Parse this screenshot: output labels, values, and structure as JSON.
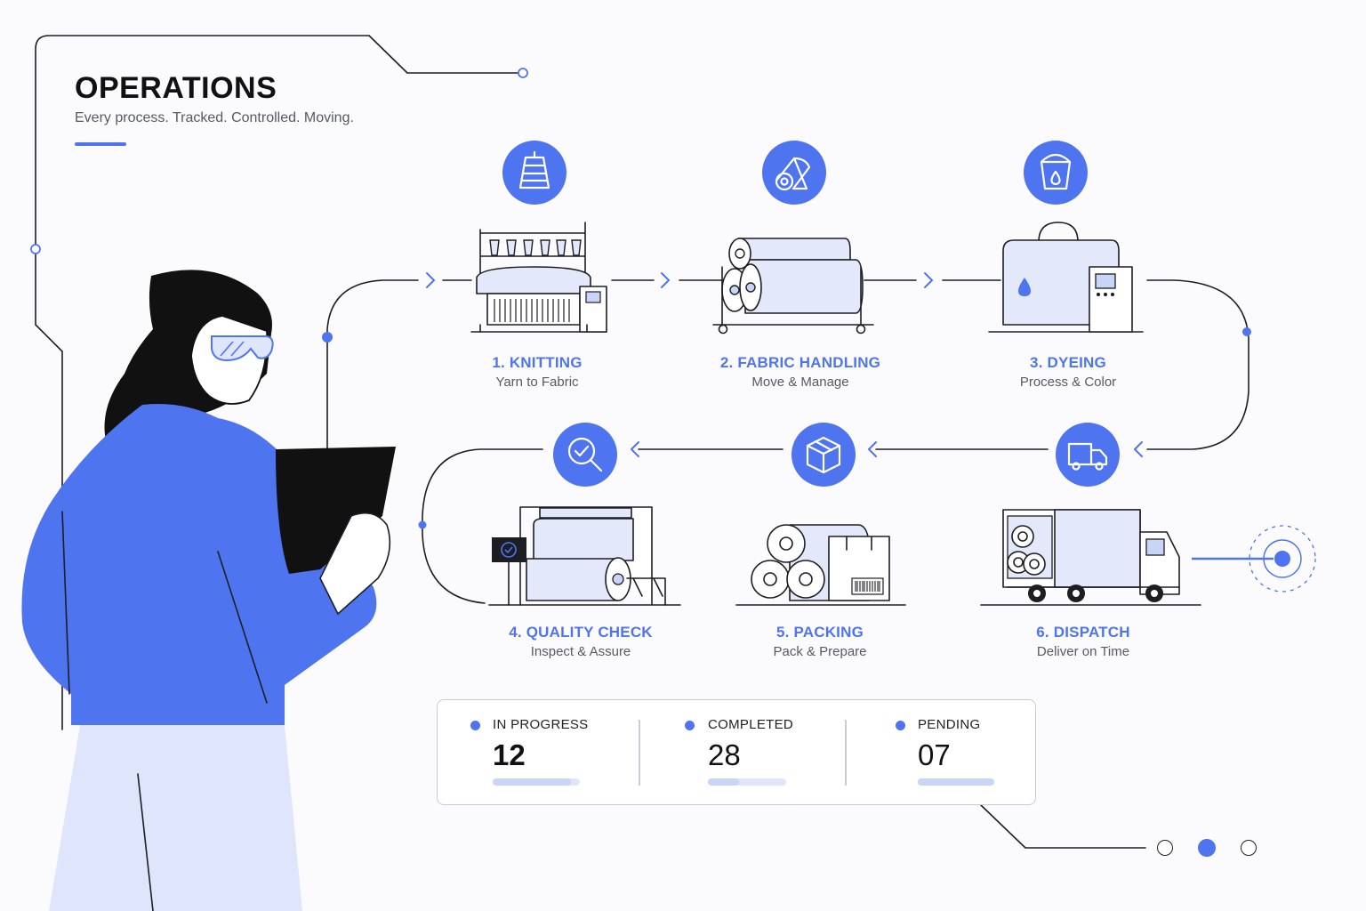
{
  "header": {
    "title": "OPERATIONS",
    "subtitle": "Every process. Tracked. Controlled. Moving."
  },
  "steps": [
    {
      "label": "1. KNITTING",
      "sub": "Yarn to Fabric",
      "icon": "yarn-spool-icon"
    },
    {
      "label": "2. FABRIC HANDLING",
      "sub": "Move & Manage",
      "icon": "fabric-roll-icon"
    },
    {
      "label": "3. DYEING",
      "sub": "Process & Color",
      "icon": "dye-bucket-icon"
    },
    {
      "label": "4. QUALITY CHECK",
      "sub": "Inspect & Assure",
      "icon": "magnifier-check-icon"
    },
    {
      "label": "5. PACKING",
      "sub": "Pack & Prepare",
      "icon": "box-icon"
    },
    {
      "label": "6. DISPATCH",
      "sub": "Deliver on Time",
      "icon": "truck-icon"
    }
  ],
  "stats": [
    {
      "label": "IN PROGRESS",
      "value": "12",
      "progress": 0.9
    },
    {
      "label": "COMPLETED",
      "value": "28",
      "progress": 0.4
    },
    {
      "label": "PENDING",
      "value": "07",
      "progress": 1.0
    }
  ],
  "pagination": {
    "count": 3,
    "active": 1
  },
  "colors": {
    "accent": "#4f74ef",
    "accent_light": "#dfe6fb",
    "ink": "#1d1d24",
    "muted": "#555a66"
  }
}
